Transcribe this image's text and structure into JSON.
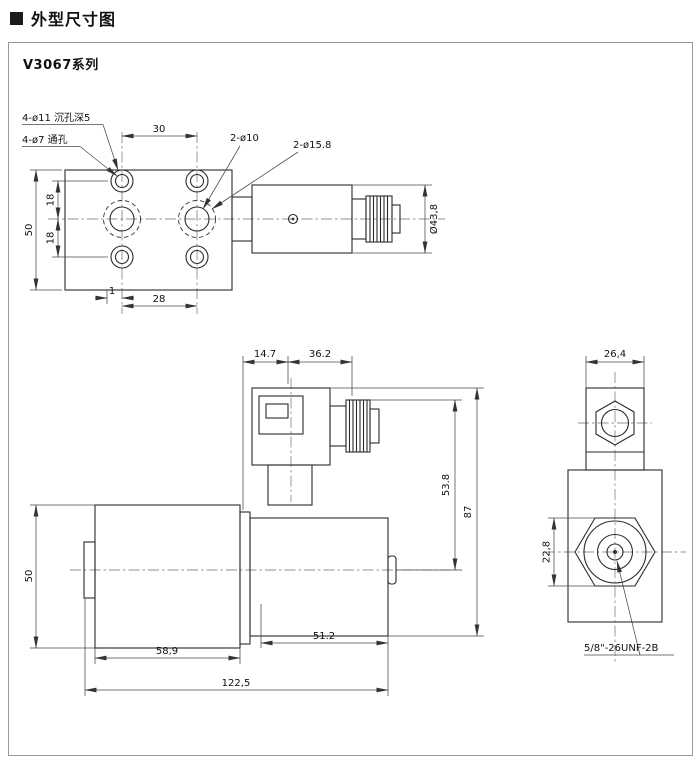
{
  "header": {
    "title": "外型尺寸图"
  },
  "panel": {
    "series": "V3067系列"
  },
  "top_view": {
    "label_counterbore": "4-ø11 沉孔深5",
    "label_through": "4-ø7 通孔",
    "dim_hole_spacing_top": "30",
    "label_ports_small": "2-ø10",
    "label_ports_large": "2-ø15.8",
    "dim_plate_height": "50",
    "dim_row_upper": "18",
    "dim_row_lower": "18",
    "dim_offset": "1",
    "dim_hole_spacing_bottom": "28",
    "dim_coil_diameter": "Ø43,8"
  },
  "side_view": {
    "dim_plug_offset": "14.7",
    "dim_plug_width": "36.2",
    "dim_plug_height": "53.8",
    "dim_total_height": "87",
    "dim_coil_height": "50",
    "dim_coil_length": "58,9",
    "dim_body_length": "51.2",
    "dim_total_length": "122,5"
  },
  "end_view": {
    "dim_width": "26,4",
    "dim_across_flats": "22,8",
    "label_thread": "5/8\"-26UNF-2B"
  }
}
